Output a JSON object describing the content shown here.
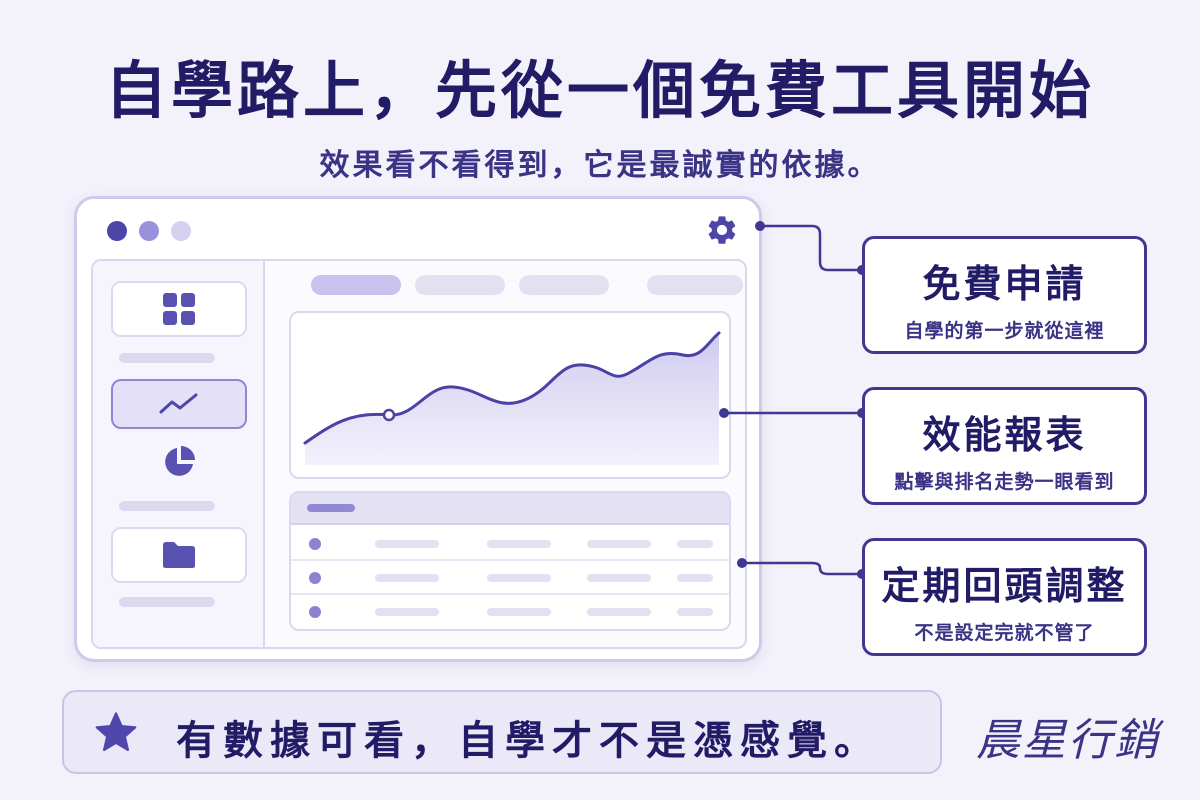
{
  "header": {
    "title": "自學路上，先從一個免費工具開始",
    "subtitle": "效果看不看得到，它是最誠實的依據。"
  },
  "mockup": {
    "window_dots": [
      "#4d45a8",
      "#9a91dd",
      "#d6d1f1"
    ],
    "sidebar_icons": [
      "grid-icon",
      "trend-line-icon",
      "pie-chart-icon",
      "folder-icon"
    ],
    "active_sidebar_index": 1
  },
  "callouts": [
    {
      "title": "免費申請",
      "subtitle": "自學的第一步就從這裡"
    },
    {
      "title": "效能報表",
      "subtitle": "點擊與排名走勢一眼看到"
    },
    {
      "title": "定期回頭調整",
      "subtitle": "不是設定完就不管了"
    }
  ],
  "banner": {
    "icon": "star-icon",
    "text": "有數據可看，自學才不是憑感覺。"
  },
  "brand": "晨星行銷",
  "colors": {
    "accent": "#3f3790",
    "accent_light": "#9a91dd",
    "background": "#f3f1fa"
  }
}
